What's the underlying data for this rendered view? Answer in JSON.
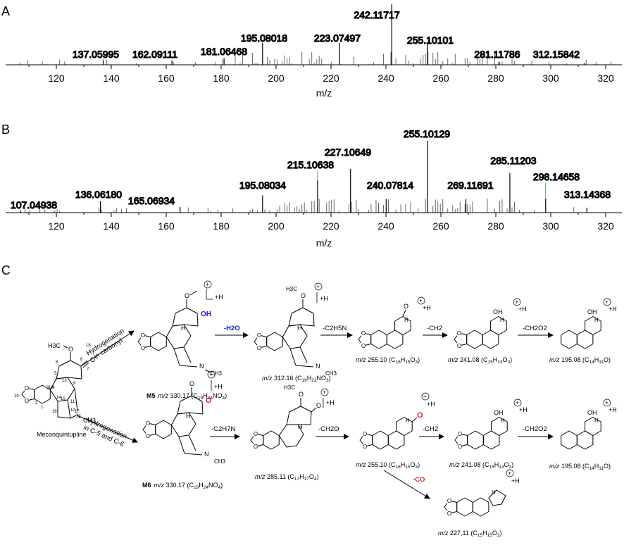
{
  "panel_a": {
    "letter": "A",
    "xlabel": "m/z",
    "ticks": [
      "120",
      "140",
      "160",
      "180",
      "200",
      "220",
      "240",
      "260",
      "280",
      "300",
      "320"
    ],
    "peak_labels": [
      "137.05995",
      "162.09111",
      "181.06468",
      "195.08018",
      "223.07497",
      "242.11717",
      "255.10101",
      "281.11786",
      "312.15842"
    ]
  },
  "panel_b": {
    "letter": "B",
    "xlabel": "m/z",
    "ticks": [
      "120",
      "140",
      "160",
      "180",
      "200",
      "220",
      "240",
      "260",
      "280",
      "300",
      "320"
    ],
    "peak_labels": [
      "107.04938",
      "136.06180",
      "165.06934",
      "195.08034",
      "215.10638",
      "227.10649",
      "240.07814",
      "255.10129",
      "269.11691",
      "285.11203",
      "298.14658",
      "313.14368"
    ]
  },
  "chart_data": [
    {
      "type": "bar",
      "title": "A",
      "xlabel": "m/z",
      "ylabel": "",
      "xlim": [
        103,
        325
      ],
      "peaks": [
        {
          "x": 137.05995,
          "y": 8,
          "label": "137.05995"
        },
        {
          "x": 162.09111,
          "y": 7,
          "label": "162.09111"
        },
        {
          "x": 181.06468,
          "y": 11,
          "label": "181.06468"
        },
        {
          "x": 195.08018,
          "y": 36,
          "label": "195.08018"
        },
        {
          "x": 223.07497,
          "y": 36,
          "label": "223.07497"
        },
        {
          "x": 242.11717,
          "y": 100,
          "label": "242.11717"
        },
        {
          "x": 255.10101,
          "y": 38,
          "label": "255.10101"
        },
        {
          "x": 281.11786,
          "y": 5,
          "label": "281.11786"
        },
        {
          "x": 312.15842,
          "y": 3,
          "label": "312.15842"
        }
      ]
    },
    {
      "type": "bar",
      "title": "B",
      "xlabel": "m/z",
      "ylabel": "",
      "xlim": [
        103,
        325
      ],
      "peaks": [
        {
          "x": 107.04938,
          "y": 3,
          "label": "107.04938"
        },
        {
          "x": 136.0618,
          "y": 16,
          "label": "136.06180"
        },
        {
          "x": 165.06934,
          "y": 8,
          "label": "165.06934"
        },
        {
          "x": 195.08034,
          "y": 24,
          "label": "195.08034"
        },
        {
          "x": 215.10638,
          "y": 45,
          "label": "215.10638"
        },
        {
          "x": 227.10649,
          "y": 61,
          "label": "227.10649"
        },
        {
          "x": 240.07814,
          "y": 19,
          "label": "240.07814"
        },
        {
          "x": 255.10129,
          "y": 100,
          "label": "255.10129"
        },
        {
          "x": 269.11691,
          "y": 19,
          "label": "269.11691"
        },
        {
          "x": 285.11203,
          "y": 55,
          "label": "285.11203"
        },
        {
          "x": 298.14658,
          "y": 20,
          "label": "298.14658"
        },
        {
          "x": 313.14368,
          "y": 7,
          "label": "313.14368"
        }
      ]
    }
  ],
  "panel_c": {
    "letter": "C",
    "parent": "Meconquintupline",
    "top_row": {
      "reaction": [
        "Hydrogenation",
        "in carbonyl"
      ],
      "m5_name": "M5",
      "m5_caption": "m/z 330.17 (C19H24NO4)",
      "step1": "-H2O",
      "cap1": "m/z 312.16 (C19H22NO3)",
      "step2": "-C2H5N",
      "cap2": "m/z 255.10 (C16H15O3)",
      "step3": "-CH2",
      "cap3": "m/z 241.08 (C15H13O3)",
      "step4": "-CH2O2",
      "cap4": "m/z 195.08 (C14H11O)"
    },
    "bottom_row": {
      "reaction": [
        "Hydrogenation",
        "in C-5 and C-6"
      ],
      "m6_name": "M6",
      "m6_caption": "m/z 330.17 (C19H24NO4)",
      "step1": "-C2H7N",
      "cap1": "m/z 285.11 (C17H17O4)",
      "step2": "-CH2O",
      "cap2": "m/z 255.10 (C16H15O3)",
      "step3": "-CH2",
      "cap3": "m/z 241.08 (C15H13O3)",
      "step4": "-CH2O2",
      "cap4": "m/z 195.08 (C14H11O)",
      "step5": "-CO",
      "cap5": "m/z 227.11 (C15H15O2)"
    },
    "labels": {
      "plus_h": "+H",
      "oh": "OH",
      "o": "O",
      "h": "H",
      "n": "N",
      "ch3": "CH3",
      "h3c": "H3C",
      "atoms": [
        "18",
        "6",
        "7",
        "8",
        "5",
        "4",
        "3",
        "12",
        "13",
        "9",
        "15",
        "14",
        "11",
        "10",
        "16",
        "17",
        "19",
        "2",
        "1"
      ]
    },
    "colors": {
      "accent_blue": "#1a1acc",
      "accent_red": "#e02020"
    }
  }
}
